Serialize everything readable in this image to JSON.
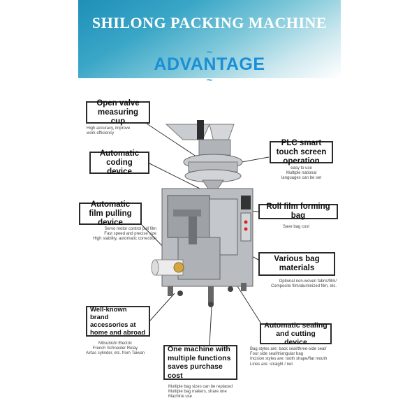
{
  "header": {
    "title": "SHILONG PACKING MACHINE",
    "subtitle": "ADVANTAGE"
  },
  "features": {
    "open_valve": {
      "label": "Open valve measuring cup",
      "desc": "High accuracy, improve\nwork efficiency"
    },
    "plc": {
      "label": "PLC smart touch screen operation",
      "desc": "easy to use\nMultiple national\nlanguages can be set"
    },
    "coding": {
      "label": "Automatic coding device",
      "desc": ""
    },
    "film_pulling": {
      "label": "Automatic film pulling device",
      "desc": "Servo motor control pull film\nFast speed and precise size\nHigh stability, automatic correction"
    },
    "roll_film": {
      "label": "Roll film forming bag",
      "desc": "Save bag cost"
    },
    "bag_materials": {
      "label": "Various bag materials",
      "desc": "Optional non-woven fabric/film/\nComposite film/aluminized film, etc."
    },
    "brand": {
      "label": "Well-known brand accessories at home and abroad",
      "desc": "Mitsubishi Electric\nFrench Schneider Relay\nAirtac cylinder, etc. from Taiwan"
    },
    "sealing": {
      "label": "Automatic sealing and cutting device",
      "desc": "Bag styles are: back seal/three-side seal/\nFour side seal/triangular bag\nIncision styles are: tooth shape/flat mouth\nLines are: straight / net"
    },
    "multi": {
      "label": "One machine with multiple functions saves purchase cost",
      "desc": "Multiple bag sizes can be replaced\nMultiple bag makers, share one\nMachine use"
    }
  },
  "colors": {
    "accent": "#1a8fd6",
    "banner": "#2a9bc2",
    "border": "#2b2b2b",
    "machine": "#b9bcc0"
  },
  "icons": {
    "deco_top": "~",
    "deco_bottom": "~"
  }
}
